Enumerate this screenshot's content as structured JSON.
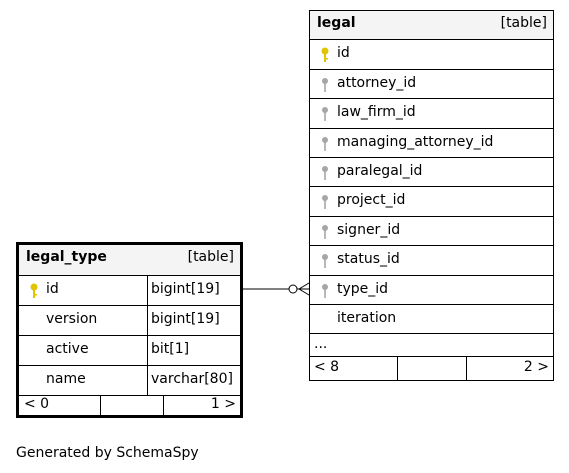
{
  "legal": {
    "name": "legal",
    "kind": "[table]",
    "columns": [
      {
        "name": "id",
        "key": "primary"
      },
      {
        "name": "attorney_id",
        "key": "foreign"
      },
      {
        "name": "law_firm_id",
        "key": "foreign"
      },
      {
        "name": "managing_attorney_id",
        "key": "foreign"
      },
      {
        "name": "paralegal_id",
        "key": "foreign"
      },
      {
        "name": "project_id",
        "key": "foreign"
      },
      {
        "name": "signer_id",
        "key": "foreign"
      },
      {
        "name": "status_id",
        "key": "foreign"
      },
      {
        "name": "type_id",
        "key": "foreign"
      },
      {
        "name": "iteration",
        "key": "none"
      }
    ],
    "more": "...",
    "footer": {
      "left": "< 8",
      "right": "2 >"
    }
  },
  "legal_type": {
    "name": "legal_type",
    "kind": "[table]",
    "columns": [
      {
        "name": "id",
        "type": "bigint[19]",
        "key": "primary"
      },
      {
        "name": "version",
        "type": "bigint[19]",
        "key": "none"
      },
      {
        "name": "active",
        "type": "bit[1]",
        "key": "none"
      },
      {
        "name": "name",
        "type": "varchar[80]",
        "key": "none"
      }
    ],
    "footer": {
      "left": "< 0",
      "right": "1 >"
    }
  },
  "credit": "Generated by SchemaSpy",
  "colors": {
    "primary_key": "#e0c400",
    "foreign_key": "#a6a6a6",
    "header_bg": "#f4f4f4"
  }
}
